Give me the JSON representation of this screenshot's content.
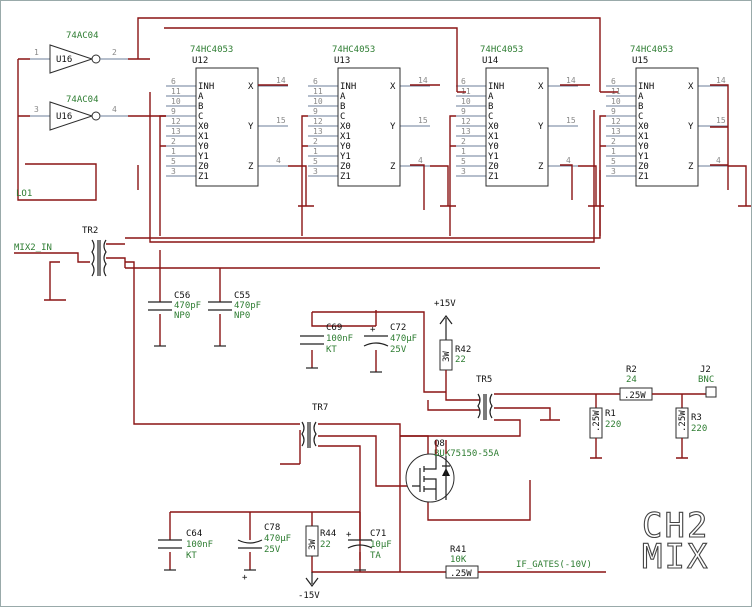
{
  "diagram": {
    "title_lines": [
      "CH2",
      "MIX"
    ],
    "colors": {
      "wire": "#8a1414",
      "pin": "#6b7e98",
      "net_label": "#2e7d32",
      "background": "#ffffff"
    },
    "inverters": [
      {
        "part": "74AC04",
        "ref": "U16",
        "in_pin": "1",
        "out_pin": "2"
      },
      {
        "part": "74AC04",
        "ref": "U16",
        "in_pin": "3",
        "out_pin": "4"
      }
    ],
    "mux_part": "74HC4053",
    "muxes": [
      {
        "ref": "U12",
        "part": "74HC4053"
      },
      {
        "ref": "U13",
        "part": "74HC4053"
      },
      {
        "ref": "U14",
        "part": "74HC4053"
      },
      {
        "ref": "U15",
        "part": "74HC4053"
      }
    ],
    "mux_pins_left": [
      "INH",
      "A",
      "B",
      "C",
      "X0",
      "X1",
      "Y0",
      "Y1",
      "Z0",
      "Z1"
    ],
    "mux_pin_numbers_left": [
      "6",
      "11",
      "10",
      "9",
      "12",
      "13",
      "2",
      "1",
      "5",
      "3"
    ],
    "mux_pins_right": [
      "X",
      "Y",
      "Z"
    ],
    "mux_pin_numbers_right": [
      "14",
      "15",
      "4"
    ],
    "net_labels": {
      "lo": "LO1",
      "mix_in": "MIX2_IN",
      "if_gates": "IF_GATES(-10V)",
      "vpos": "+15V",
      "vneg": "-15V"
    },
    "transformers": {
      "tr2": "TR2",
      "tr5": "TR5",
      "tr7": "TR7"
    },
    "capacitors": [
      {
        "ref": "C56",
        "value": "470pF",
        "type": "NP0"
      },
      {
        "ref": "C55",
        "value": "470pF",
        "type": "NP0"
      },
      {
        "ref": "C69",
        "value": "100nF",
        "type": "KT"
      },
      {
        "ref": "C72",
        "value": "470µF",
        "type": "25V"
      },
      {
        "ref": "C64",
        "value": "100nF",
        "type": "KT"
      },
      {
        "ref": "C78",
        "value": "470µF",
        "type": "25V"
      },
      {
        "ref": "C71",
        "value": "10µF",
        "type": "TA"
      }
    ],
    "resistors": {
      "r42": {
        "ref": "R42",
        "value": "22",
        "rating": "3W"
      },
      "r44": {
        "ref": "R44",
        "value": "22",
        "rating": "3W"
      },
      "r2": {
        "ref": "R2",
        "value": "24",
        "rating": ".25W"
      },
      "r1": {
        "ref": "R1",
        "value": "220",
        "rating": ".25W"
      },
      "r3": {
        "ref": "R3",
        "value": "220",
        "rating": ".25W"
      },
      "r41": {
        "ref": "R41",
        "value": "10K",
        "rating": ".25W"
      }
    },
    "mosfet": {
      "ref": "Q8",
      "part": "BUK75150-55A"
    },
    "connector": {
      "ref": "J2",
      "type": "BNC"
    }
  }
}
